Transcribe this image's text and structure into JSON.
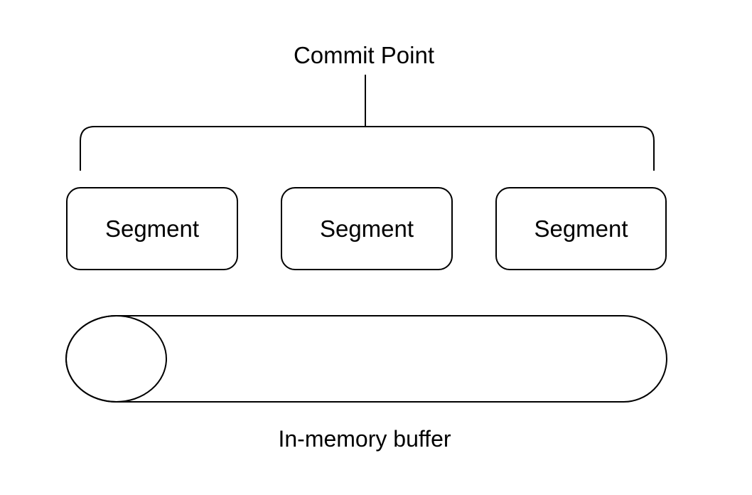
{
  "diagram": {
    "title": "Commit Point",
    "commit_point": {
      "label": "Commit Point"
    },
    "segments": [
      {
        "label": "Segment"
      },
      {
        "label": "Segment"
      },
      {
        "label": "Segment"
      }
    ],
    "buffer": {
      "label": "In-memory buffer"
    },
    "colors": {
      "stroke": "#000000",
      "fill": "#ffffff",
      "background": "#ffffff",
      "text": "#000000"
    }
  }
}
